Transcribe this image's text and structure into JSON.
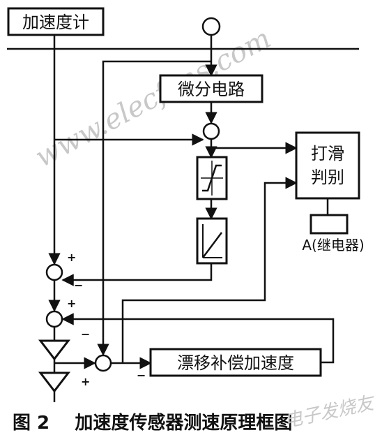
{
  "blocks": {
    "accelerometer": "加速度计",
    "differentiator": "微分电路",
    "slip_detect_line1": "打滑",
    "slip_detect_line2": "判别",
    "relay": "A(继电器)",
    "drift_comp": "漂移补偿加速度"
  },
  "signs": {
    "plus": "+",
    "minus": "−"
  },
  "caption": "图 2    加速度传感器测速原理框图",
  "watermarks": {
    "site": "www.elecfans.com",
    "corner": "电子发烧友"
  }
}
